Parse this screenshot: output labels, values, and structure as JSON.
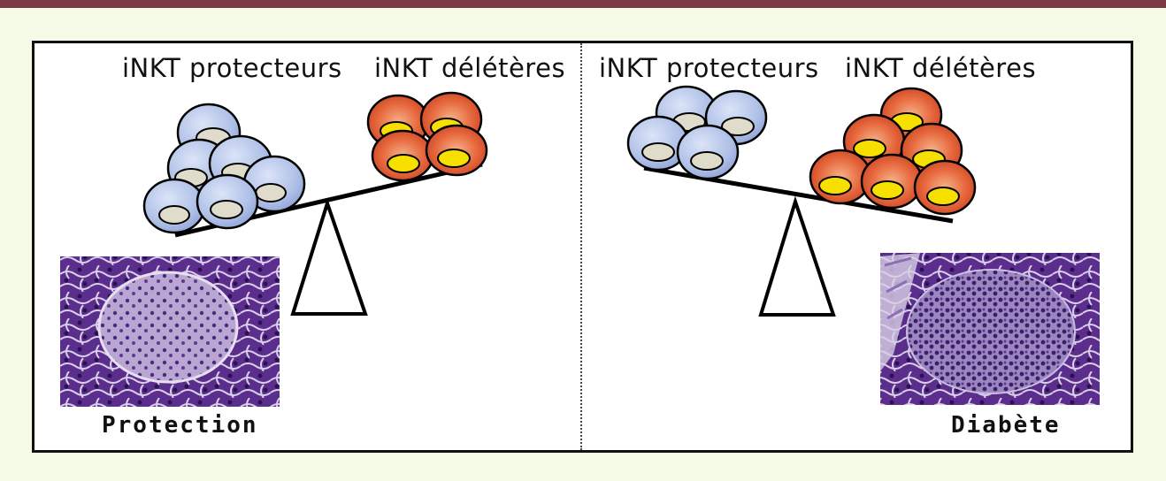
{
  "panels": [
    {
      "protective_label": "iNKT protecteurs",
      "deleterious_label": "iNKT délétères",
      "caption": "Protection"
    },
    {
      "protective_label": "iNKT protecteurs",
      "deleterious_label": "iNKT délétères",
      "caption": "Diabète"
    }
  ],
  "colors": {
    "protective_cell": "#aebfe6",
    "protective_nucleus": "#e0dccb",
    "deleterious_cell": "#e86a3f",
    "deleterious_nucleus": "#f7e000",
    "islet_tissue": "#5b2d8c",
    "frame_border": "#111111",
    "top_bar": "#7c3a44"
  }
}
